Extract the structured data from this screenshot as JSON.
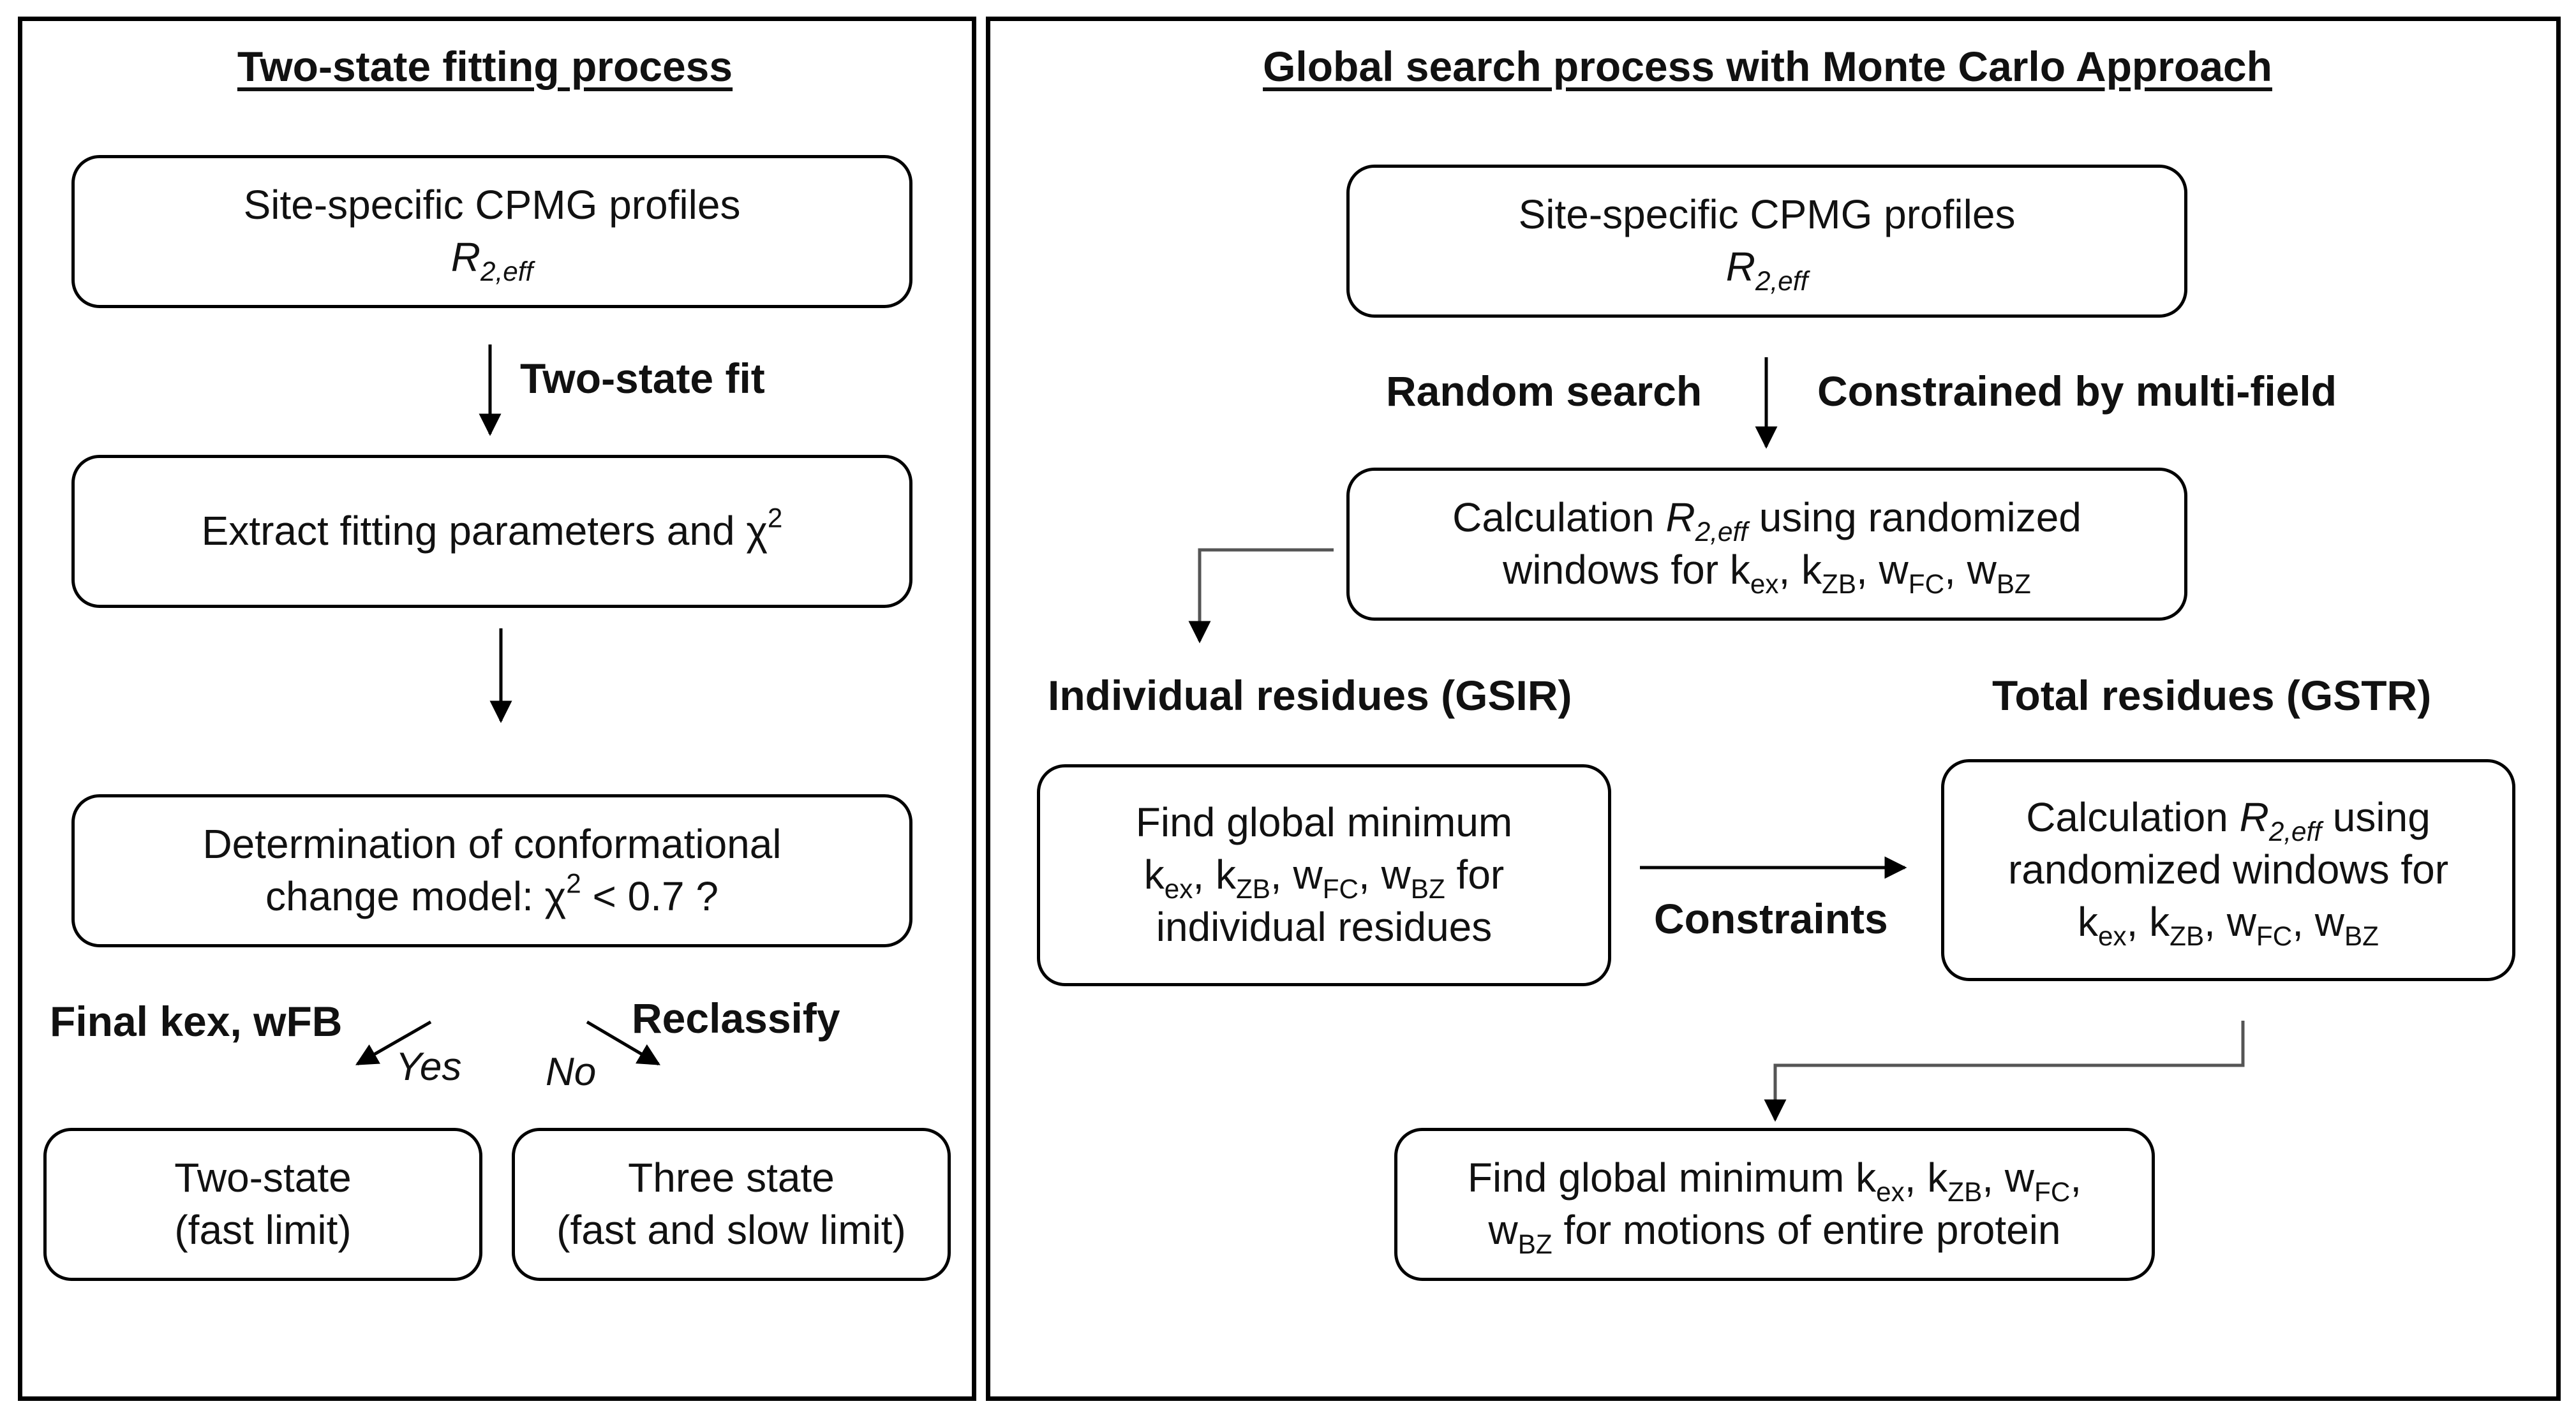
{
  "left": {
    "title": "Two-state fitting process",
    "box1": {
      "line1": "Site-specific CPMG profiles",
      "r": "R",
      "r_sub": "2,eff"
    },
    "fit_label": "Two-state fit",
    "box2": {
      "text": "Extract fitting parameters and χ",
      "sup": "2"
    },
    "box3": {
      "line1": "Determination of conformational",
      "line2a": "change model: χ",
      "sup": "2",
      "line2b": " < 0.7 ?"
    },
    "final_label": "Final kex, wFB",
    "yes": "Yes",
    "no": "No",
    "reclassify": "Reclassify",
    "box4": {
      "line1": "Two-state",
      "line2": "(fast limit)"
    },
    "box5": {
      "line1": "Three state",
      "line2": "(fast and slow limit)"
    }
  },
  "right": {
    "title": "Global search process with Monte Carlo Approach",
    "box1": {
      "line1": "Site-specific CPMG profiles",
      "r": "R",
      "r_sub": "2,eff"
    },
    "random_label": "Random search",
    "constrained_label": "Constrained by multi-field",
    "box2": {
      "pre": "Calculation ",
      "r": "R",
      "r_sub": "2,eff",
      "post": " using randomized",
      "line2_pre": "windows for "
    },
    "params": {
      "k": "k",
      "ex": "ex",
      "zb": "ZB",
      "w": "w",
      "fc": "FC",
      "bz": "BZ",
      "sep": ", "
    },
    "individual_label": "Individual residues (GSIR)",
    "total_label": "Total residues (GSTR)",
    "box3": {
      "line1": "Find global minimum",
      "line2_post": "  for",
      "line3": "individual residues"
    },
    "constraints_label": "Constraints",
    "box4": {
      "pre": "Calculation ",
      "r": "R",
      "r_sub": "2,eff",
      "post": " using",
      "line2": "randomized windows for"
    },
    "box5": {
      "line1_pre": "Find global minimum ",
      "line1_post": ",",
      "line2_post": " for motions of entire protein"
    }
  }
}
